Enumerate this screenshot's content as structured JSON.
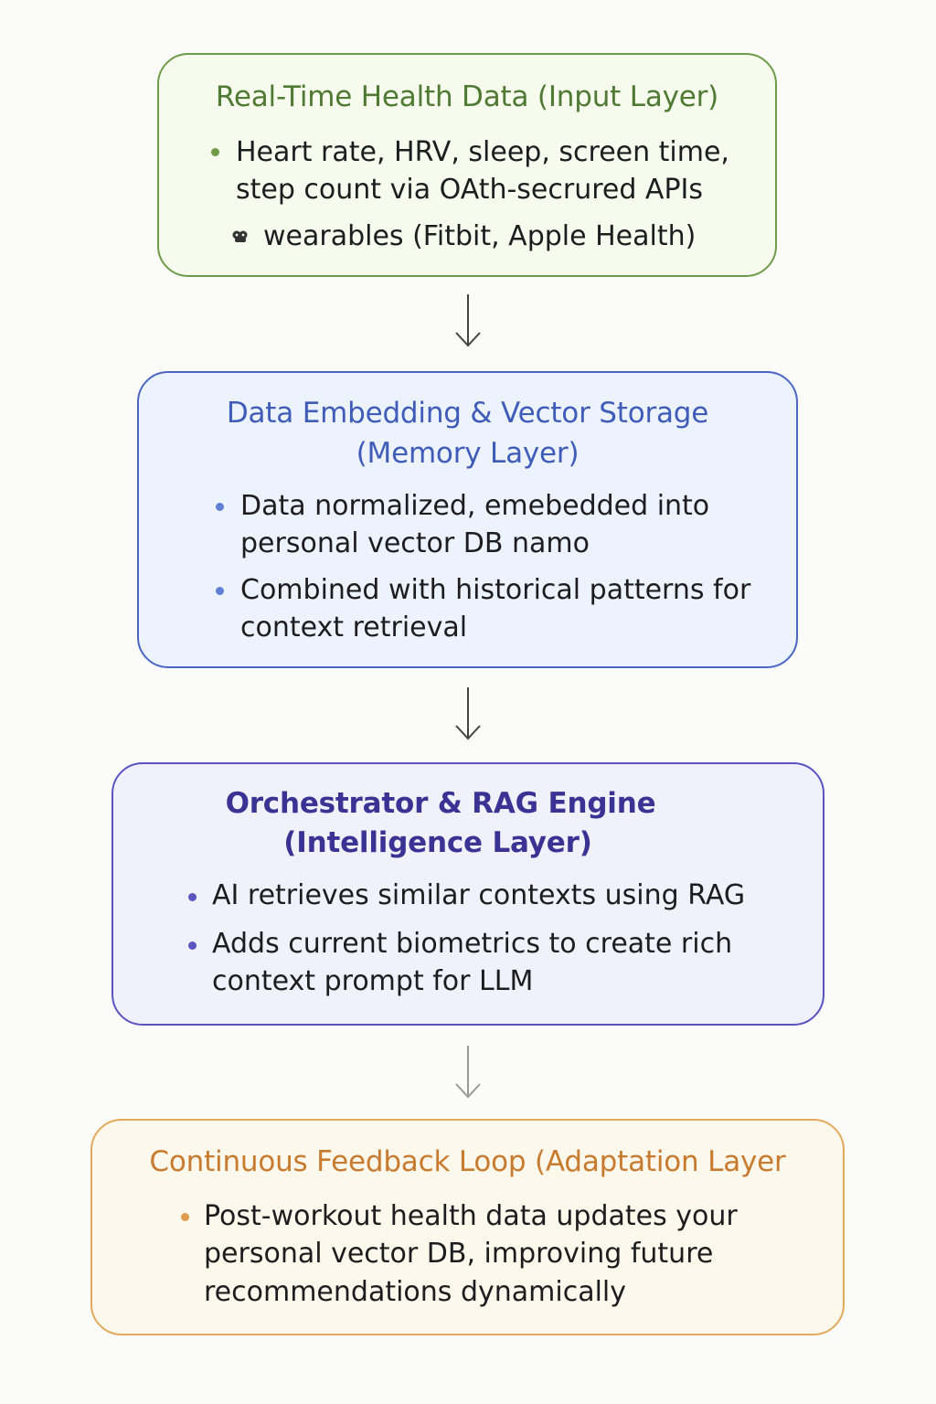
{
  "layers": [
    {
      "title_lines": [
        "Real-Time Health Data (Input Layer)"
      ],
      "items": [
        {
          "lines": [
            "Heart rate, HRV, sleep, screen time,",
            "step count via OAth-secrured APIs"
          ]
        },
        {
          "lines": [
            "wearables (Fitbit, Apple Health)"
          ],
          "icon": "watch-icon"
        }
      ],
      "color": "#6e9b47"
    },
    {
      "title_lines": [
        "Data Embedding & Vector Storage",
        "(Memory Layer)"
      ],
      "items": [
        {
          "lines": [
            "Data normalized, emebedded into",
            "personal vector DB namo"
          ]
        },
        {
          "lines": [
            "Combined with historical patterns for",
            "context retrieval"
          ]
        }
      ],
      "color": "#4a66c4"
    },
    {
      "title_lines": [
        "Orchestrator & RAG Engine",
        "(Intelligence Layer)"
      ],
      "items": [
        {
          "lines": [
            "AI retrieves similar contexts using RAG"
          ]
        },
        {
          "lines": [
            "Adds current biometrics to create rich",
            "context prompt for LLM"
          ]
        }
      ],
      "color": "#5a54c2"
    },
    {
      "title_lines": [
        "Continuous Feedback Loop (Adaptation Layer"
      ],
      "items": [
        {
          "lines": [
            "Post-workout health data updates your",
            "personal vector DB, improving future",
            "recommendations dynamically"
          ]
        }
      ],
      "color": "#e2a95a"
    }
  ]
}
